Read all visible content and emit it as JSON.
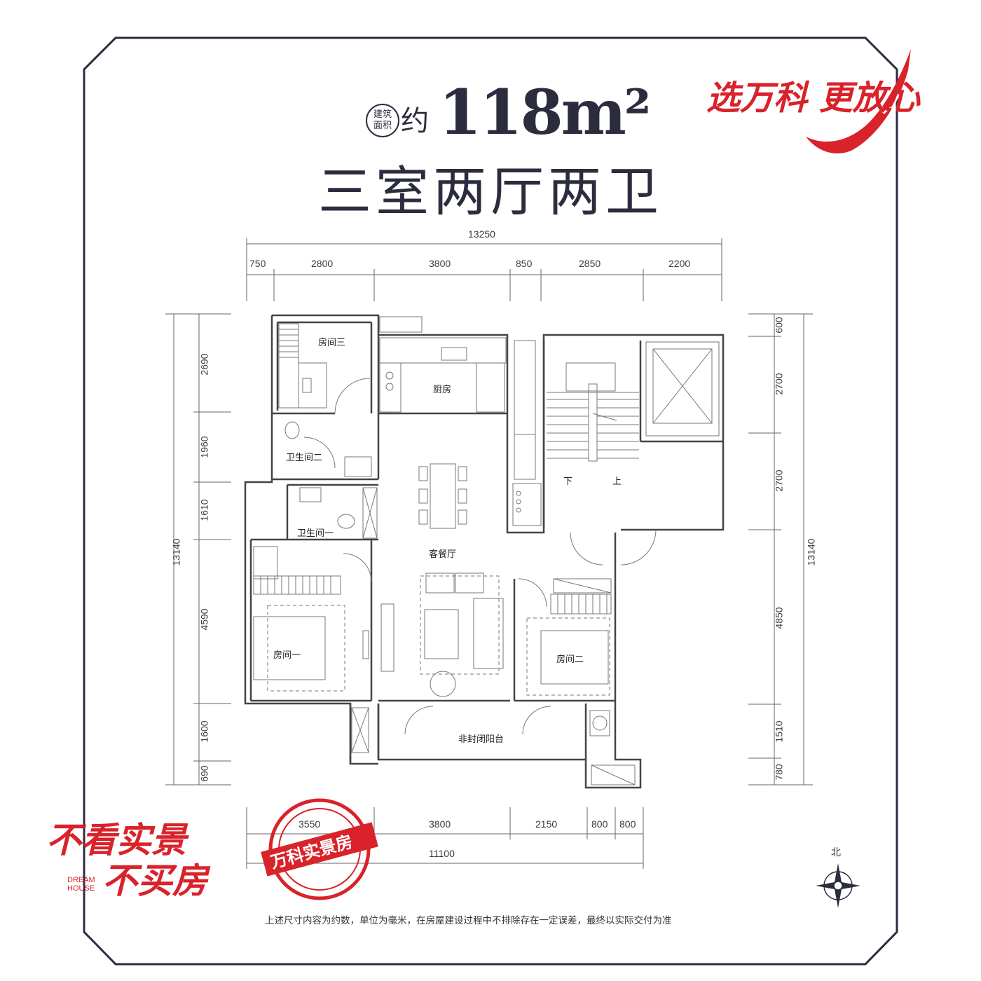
{
  "header": {
    "area_badge": [
      "建筑",
      "面积"
    ],
    "area_prefix": "约",
    "area_value": "118m²",
    "layout_name": "三室两厅两卫"
  },
  "slogan": "选万科 更放心",
  "promo": {
    "line1": "不看实景",
    "line2": "不买房",
    "dream_line1": "DREAM",
    "dream_line2": "HOUSE",
    "stamp": "万科实景房"
  },
  "dimensions": {
    "top_total": "13250",
    "top_segments": [
      "750",
      "2800",
      "3800",
      "850",
      "2850",
      "2200"
    ],
    "bottom_segments": [
      "3550",
      "3800",
      "2150",
      "800",
      "800"
    ],
    "bottom_total": "11100",
    "left_total": "13140",
    "left_segments": [
      "2690",
      "1960",
      "1610",
      "4590",
      "1600",
      "690"
    ],
    "right_total": "13140",
    "right_segments": [
      "600",
      "2700",
      "2700",
      "4850",
      "1510",
      "780"
    ]
  },
  "rooms": {
    "room3": "房间三",
    "kitchen": "厨房",
    "bath2": "卫生间二",
    "bath1": "卫生间一",
    "living": "客餐厅",
    "room1": "房间一",
    "room2": "房间二",
    "balcony": "非封闭阳台",
    "stair_down": "下",
    "stair_up": "上"
  },
  "compass_label": "北",
  "disclaimer": "上述尺寸内容为约数，单位为毫米，在房屋建设过程中不排除存在一定误差，最终以实际交付为准",
  "colors": {
    "accent": "#d9222a",
    "ink": "#2b2d3f"
  }
}
